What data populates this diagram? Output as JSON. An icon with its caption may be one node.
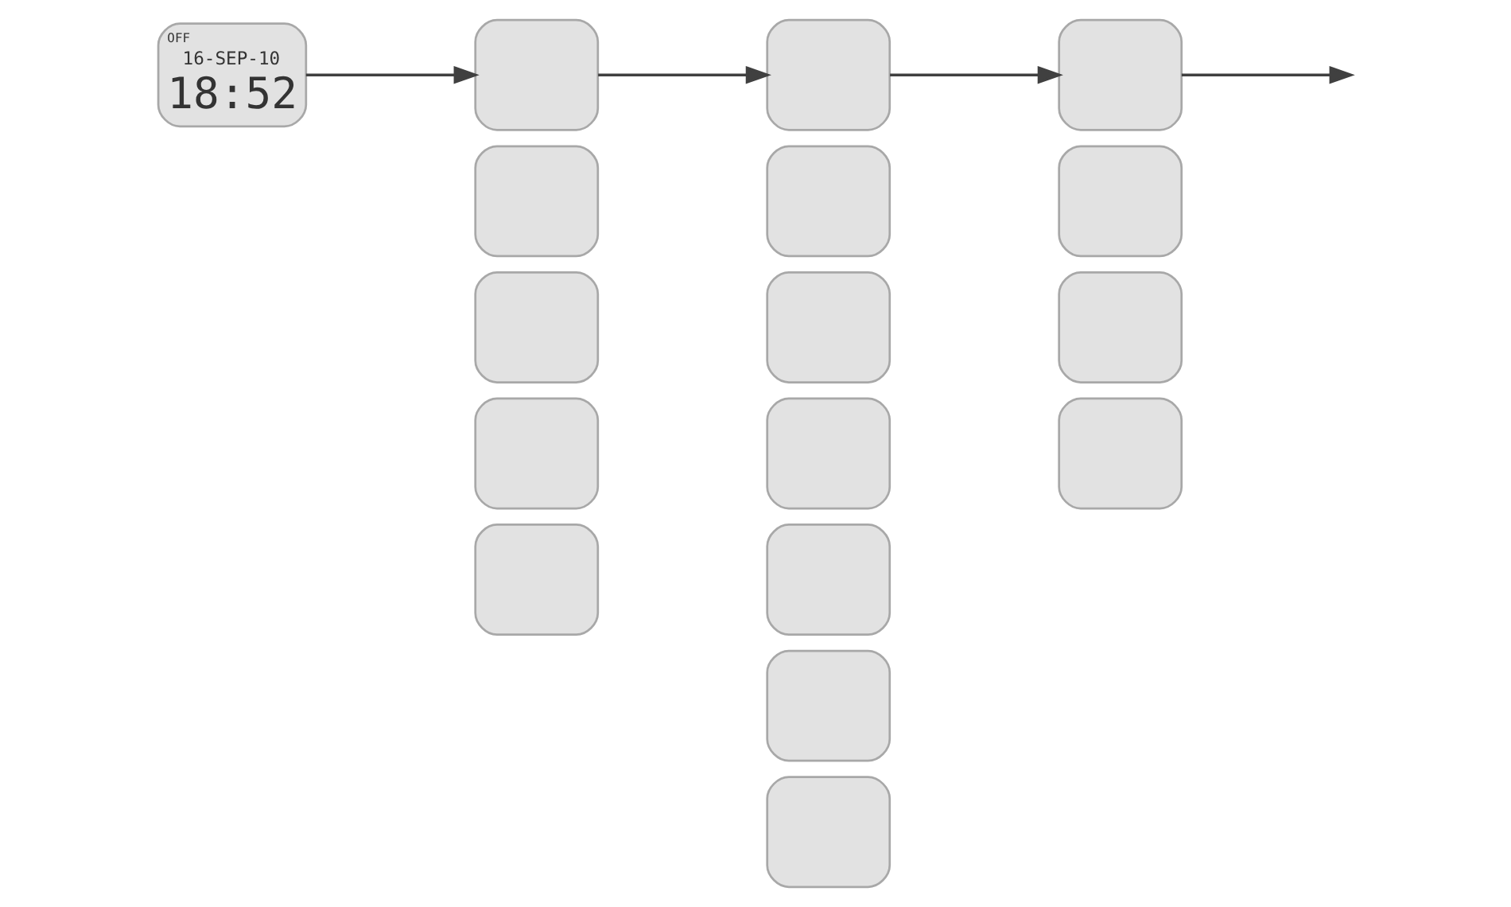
{
  "diagram": {
    "nodes": [
      {
        "text": [
          "OFF",
          "16-SEP-10",
          "18:52"
        ]
      },
      {
        "text": [],
        "shape": "box"
      },
      {
        "text": [],
        "shape": "box"
      },
      {
        "text": [],
        "shape": "box"
      },
      {
        "text": [],
        "shape": "box"
      },
      {
        "text": [],
        "shape": "box"
      },
      {
        "text": [],
        "shape": "box"
      },
      {
        "text": [],
        "shape": "box"
      },
      {
        "text": [],
        "shape": "box"
      },
      {
        "text": [],
        "shape": "box"
      },
      {
        "text": [],
        "shape": "box"
      },
      {
        "text": [],
        "shape": "box"
      },
      {
        "text": [],
        "shape": "box"
      },
      {
        "text": [],
        "shape": "box"
      },
      {
        "text": [],
        "shape": "box"
      },
      {
        "text": [],
        "shape": "box"
      },
      {
        "text": [],
        "shape": "box"
      }
    ],
    "edges": [
      {
        "from": 0,
        "to": 1,
        "arrow": "to"
      },
      {
        "from": 1,
        "to": 6,
        "arrow": "to"
      },
      {
        "from": 6,
        "to": 13,
        "arrow": "to"
      },
      {
        "from": 13,
        "to": null,
        "arrow": "to"
      }
    ]
  }
}
